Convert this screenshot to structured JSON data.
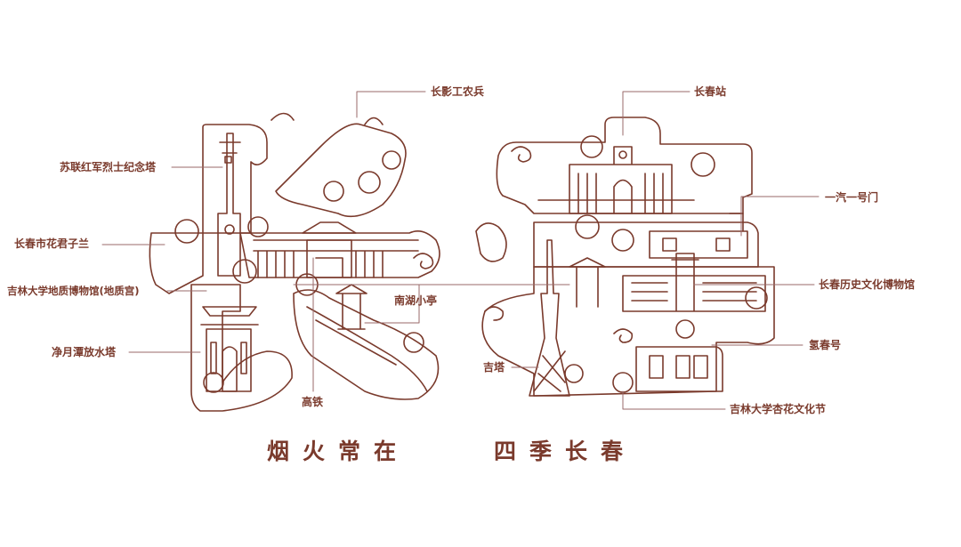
{
  "colors": {
    "ink": "#7a3a2c",
    "leader": "#9a6a6a"
  },
  "labels": {
    "changying": "长影工农兵",
    "station": "长春站",
    "soviet_tower": "苏联红军烈士纪念塔",
    "city_flower": "长春市花君子兰",
    "geology_museum": "吉林大学地质博物馆(地质宫)",
    "water_tower": "净月潭放水塔",
    "high_speed_rail": "高铁",
    "nanhu_pavilion": "南湖小亭",
    "faw_gate": "一汽一号门",
    "history_museum": "长春历史文化博物馆",
    "hydrogen_tram": "氢春号",
    "ji_tower": "吉塔",
    "apricot_festival": "吉林大学杏花文化节"
  },
  "slogan": {
    "left": "烟火常在",
    "right": "四季长春"
  }
}
